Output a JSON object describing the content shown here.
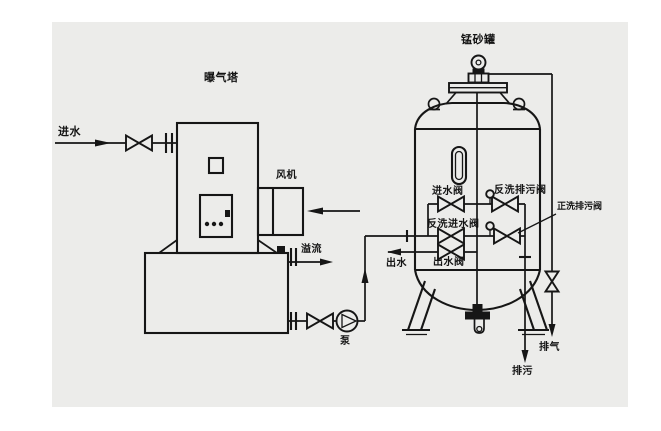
{
  "page": {
    "canvas_bg": "#ececea",
    "page_bg": "#ffffff",
    "line_color": "#161616",
    "description": "Piping schematic: aeration tower with fan and basin, pump feeding a manganese sand filter tank with five-valve manifold"
  },
  "labels": {
    "inlet_water": "进水",
    "aeration_tower": "曝气塔",
    "fan": "风机",
    "overflow": "溢流",
    "pump": "泵",
    "outlet_water": "出水",
    "sand_tank": "锰砂罐",
    "inlet_valve": "进水阀",
    "backwash_drain_valve": "反洗排污阀",
    "backwash_inlet_valve": "反洗进水阀",
    "forward_wash_drain_valve": "正洗排污阀",
    "outlet_valve": "出水阀",
    "exhaust": "排气",
    "blowdown": "排污"
  }
}
